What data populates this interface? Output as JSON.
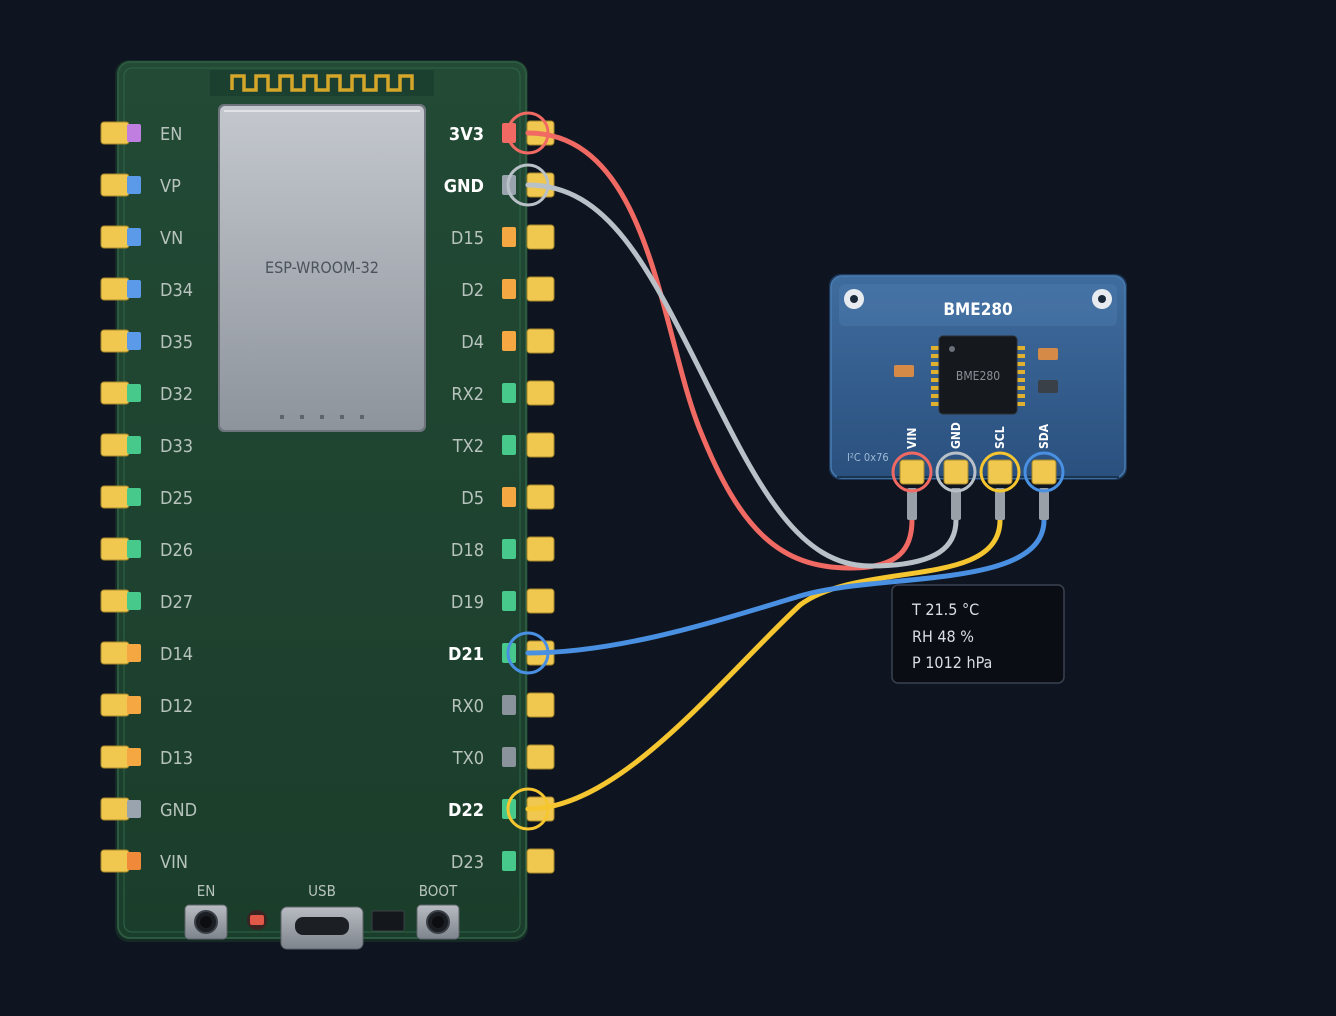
{
  "esp32": {
    "module_label": "ESP-WROOM-32",
    "left_pins": [
      {
        "name": "EN",
        "type": "control"
      },
      {
        "name": "VP",
        "type": "input"
      },
      {
        "name": "VN",
        "type": "input"
      },
      {
        "name": "D34",
        "type": "input"
      },
      {
        "name": "D35",
        "type": "input"
      },
      {
        "name": "D32",
        "type": "gpio"
      },
      {
        "name": "D33",
        "type": "gpio"
      },
      {
        "name": "D25",
        "type": "gpio"
      },
      {
        "name": "D26",
        "type": "gpio"
      },
      {
        "name": "D27",
        "type": "gpio"
      },
      {
        "name": "D14",
        "type": "strap"
      },
      {
        "name": "D12",
        "type": "strap"
      },
      {
        "name": "D13",
        "type": "strap"
      },
      {
        "name": "GND",
        "type": "gnd"
      },
      {
        "name": "VIN",
        "type": "vin"
      }
    ],
    "right_pins": [
      {
        "name": "3V3",
        "type": "power",
        "active": true
      },
      {
        "name": "GND",
        "type": "gnd",
        "active": true
      },
      {
        "name": "D15",
        "type": "strap",
        "active": false
      },
      {
        "name": "D2",
        "type": "strap",
        "active": false
      },
      {
        "name": "D4",
        "type": "strap",
        "active": false
      },
      {
        "name": "RX2",
        "type": "gpio",
        "active": false
      },
      {
        "name": "TX2",
        "type": "gpio",
        "active": false
      },
      {
        "name": "D5",
        "type": "strap",
        "active": false
      },
      {
        "name": "D18",
        "type": "gpio",
        "active": false
      },
      {
        "name": "D19",
        "type": "gpio",
        "active": false
      },
      {
        "name": "D21",
        "type": "gpio",
        "active": true
      },
      {
        "name": "RX0",
        "type": "uart",
        "active": false
      },
      {
        "name": "TX0",
        "type": "uart",
        "active": false
      },
      {
        "name": "D22",
        "type": "gpio",
        "active": true
      },
      {
        "name": "D23",
        "type": "gpio",
        "active": false
      }
    ],
    "bottom": {
      "en_label": "EN",
      "usb_label": "USB",
      "boot_label": "BOOT"
    }
  },
  "sensor": {
    "title": "BME280",
    "chip_label": "BME280",
    "address_label": "I²C 0x76",
    "pins": [
      {
        "name": "VIN",
        "wire": "power"
      },
      {
        "name": "GND",
        "wire": "gnd"
      },
      {
        "name": "SCL",
        "wire": "scl"
      },
      {
        "name": "SDA",
        "wire": "sda"
      }
    ]
  },
  "wires": [
    {
      "from": "3V3",
      "to": "VIN",
      "color": "#f06a63"
    },
    {
      "from": "GND",
      "to": "GND",
      "color": "#b8c0c8"
    },
    {
      "from": "D22",
      "to": "SCL",
      "color": "#f5c630"
    },
    {
      "from": "D21",
      "to": "SDA",
      "color": "#4a90e2"
    }
  ],
  "readout": {
    "line1": "T 21.5 °C",
    "line2": "RH 48 %",
    "line3": "P 1012 hPa"
  },
  "colors": {
    "background": "#0f1520",
    "board": "#1e4530",
    "pad": "#f0c850",
    "control": "#c07ee0",
    "input": "#5a9ae8",
    "gpio": "#46c98a",
    "strap": "#f5a742",
    "gnd": "#9aa4ae",
    "vin": "#f08a3a",
    "power": "#f06a63",
    "uart": "#8a929c"
  }
}
